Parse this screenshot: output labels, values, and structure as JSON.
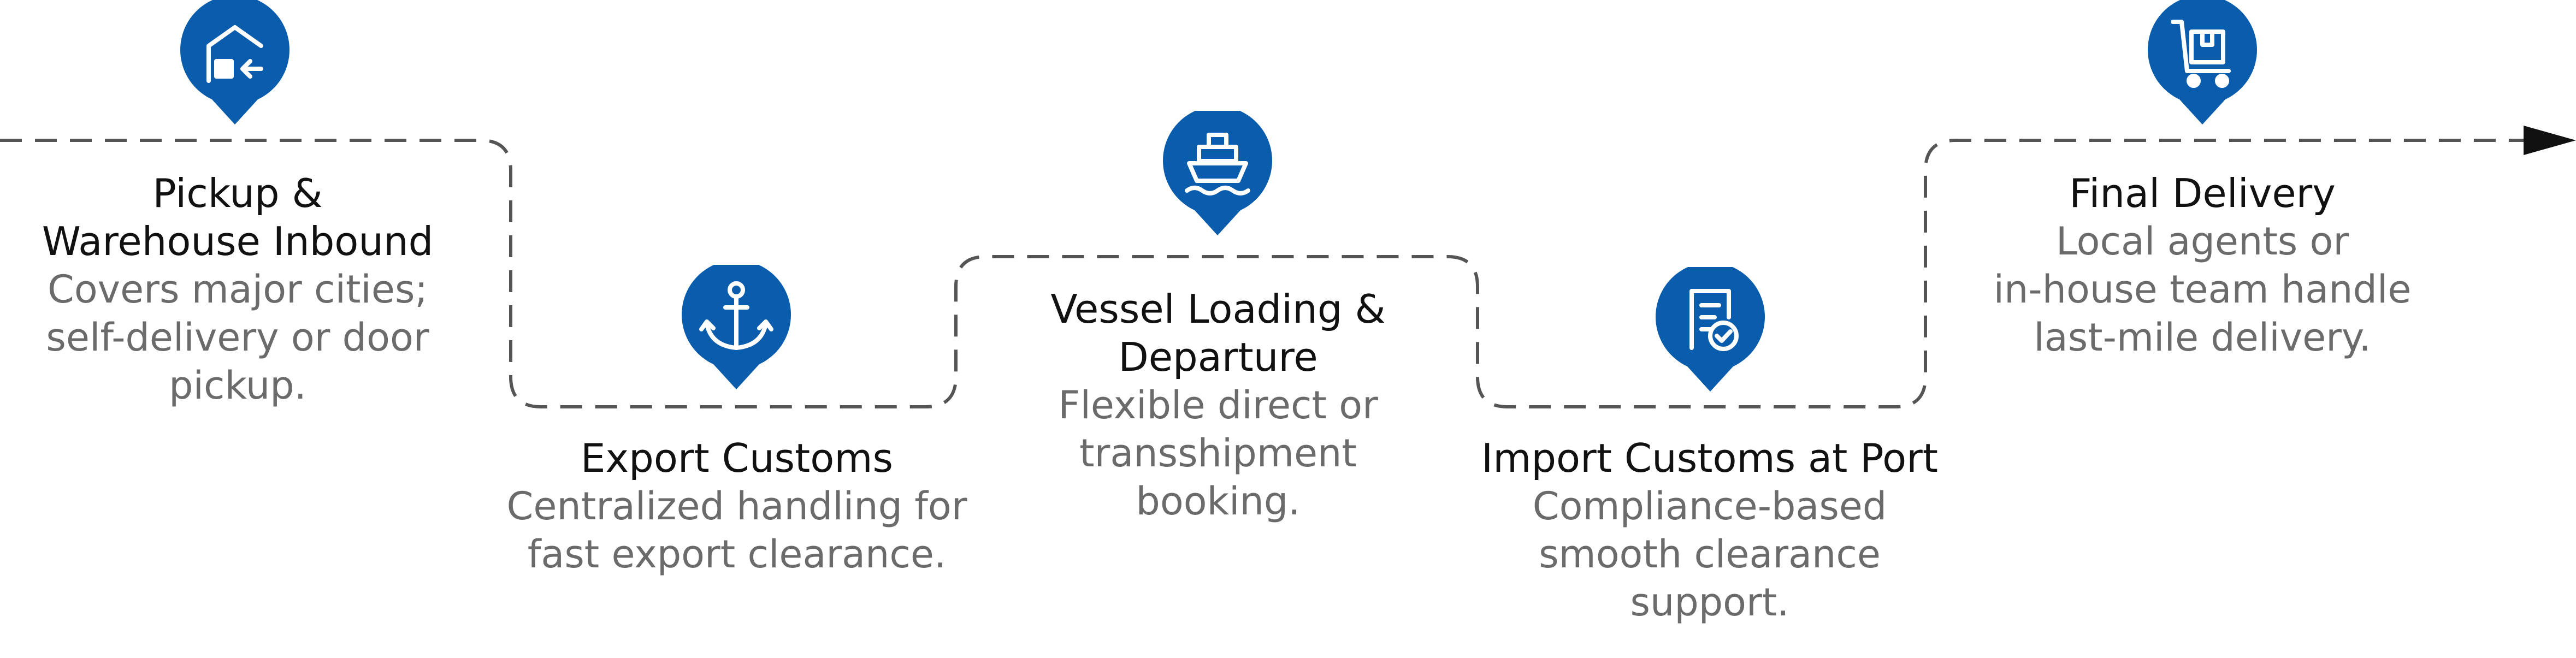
{
  "colors": {
    "pin": "#0a5cad",
    "icon": "#ffffff",
    "route": "#555555",
    "title_text": "#111111",
    "desc_text": "#6b6b6b"
  },
  "steps": [
    {
      "icon": "warehouse-icon",
      "title_lines": [
        "Pickup &",
        "Warehouse Inbound"
      ],
      "desc_lines": [
        "Covers major cities;",
        "self-delivery or door",
        "pickup."
      ]
    },
    {
      "icon": "anchor-icon",
      "title_lines": [
        "Export Customs"
      ],
      "desc_lines": [
        "Centralized handling for",
        "fast export clearance."
      ]
    },
    {
      "icon": "ship-icon",
      "title_lines": [
        "Vessel Loading &",
        "Departure"
      ],
      "desc_lines": [
        "Flexible direct or",
        "transshipment",
        "booking."
      ]
    },
    {
      "icon": "document-check-icon",
      "title_lines": [
        "Import Customs at Port"
      ],
      "desc_lines": [
        "Compliance-based",
        "smooth clearance",
        "support."
      ]
    },
    {
      "icon": "delivery-cart-icon",
      "title_lines": [
        "Final Delivery"
      ],
      "desc_lines": [
        "Local agents or",
        "in-house team handle",
        "last-mile delivery."
      ]
    }
  ]
}
